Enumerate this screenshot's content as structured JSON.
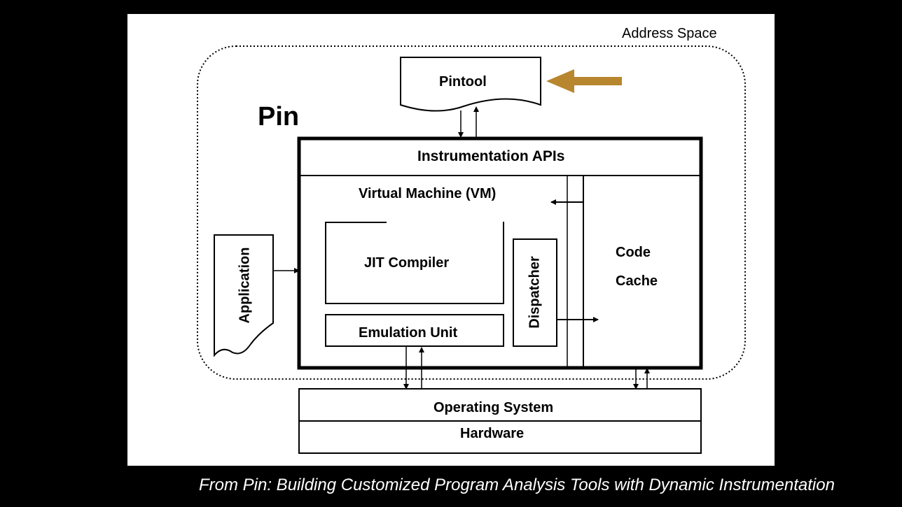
{
  "diagram": {
    "address_space_label": "Address Space",
    "pin_label": "Pin",
    "pintool_label": "Pintool",
    "instrumentation_apis_label": "Instrumentation APIs",
    "vm_label": "Virtual Machine (VM)",
    "jit_compiler_label": "JIT Compiler",
    "emulation_unit_label": "Emulation Unit",
    "dispatcher_label": "Dispatcher",
    "code_cache_line1": "Code",
    "code_cache_line2": "Cache",
    "application_label": "Application",
    "os_label": "Operating System",
    "hardware_label": "Hardware",
    "highlight_arrow_color": "#b8862e"
  },
  "caption": "From Pin: Building Customized Program Analysis Tools with Dynamic Instrumentation"
}
